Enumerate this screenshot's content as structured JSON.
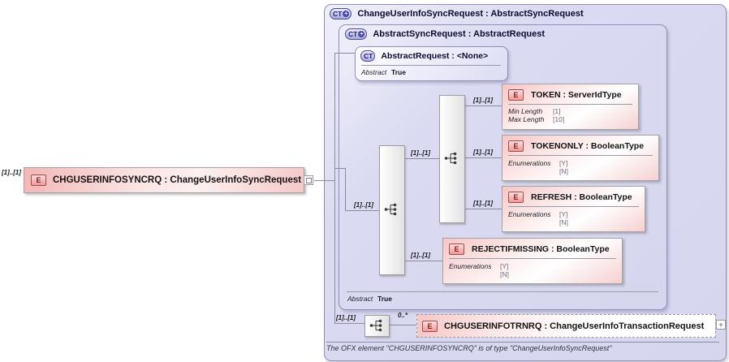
{
  "colors": {
    "type_box_fill": "#d8d8f0",
    "type_badge_fill": "#b0b0e0",
    "element_box_fill": "#f6c6c6",
    "element_badge_fill": "#ef9a9a",
    "connector_gray": "#8d8d99"
  },
  "root_element": {
    "cardinality": "[1]..[1]",
    "badge": "E",
    "label": "CHGUSERINFOSYNCRQ : ChangeUserInfoSyncRequest"
  },
  "types": {
    "change_user_info_sync_request": {
      "badge": "CT",
      "expand": "+",
      "title": "ChangeUserInfoSyncRequest : AbstractSyncRequest"
    },
    "abstract_sync_request": {
      "badge": "CT",
      "expand": "+",
      "title": "AbstractSyncRequest : AbstractRequest",
      "facet_name": "Abstract",
      "facet_value": "True"
    },
    "abstract_request": {
      "badge": "CT",
      "title": "AbstractRequest : <None>",
      "facet_name": "Abstract",
      "facet_value": "True"
    }
  },
  "connectors": {
    "to_abstract_sequence": "[1]..[1]",
    "to_inner_sequence": "[1]..[1]",
    "to_token": "[1]..[1]",
    "to_tokenonly": "[1]..[1]",
    "to_refresh": "[1]..[1]",
    "to_rejectifmissing": "[1]..[1]",
    "to_own_sequence": "[1]..[1]",
    "to_trnrq": "0..*"
  },
  "elements": {
    "token": {
      "badge": "E",
      "label": "TOKEN : ServerIdType",
      "facets": [
        {
          "name": "Min Length",
          "value": "[1]"
        },
        {
          "name": "Max Length",
          "value": "[10]"
        }
      ]
    },
    "tokenonly": {
      "badge": "E",
      "label": "TOKENONLY : BooleanType",
      "enum_name": "Enumerations",
      "enum_values": [
        "[Y]",
        "[N]"
      ]
    },
    "refresh": {
      "badge": "E",
      "label": "REFRESH : BooleanType",
      "enum_name": "Enumerations",
      "enum_values": [
        "[Y]",
        "[N]"
      ]
    },
    "rejectifmissing": {
      "badge": "E",
      "label": "REJECTIFMISSING : BooleanType",
      "enum_name": "Enumerations",
      "enum_values": [
        "[Y]",
        "[N]"
      ]
    },
    "chguserinfotrnrq": {
      "badge": "E",
      "label": "CHGUSERINFOTRNRQ : ChangeUserInfoTransactionRequest",
      "expand": "+"
    }
  },
  "footer": {
    "text": "The OFX element \"CHGUSERINFOSYNCRQ\" is of type \"ChangeUserInfoSyncRequest\""
  }
}
